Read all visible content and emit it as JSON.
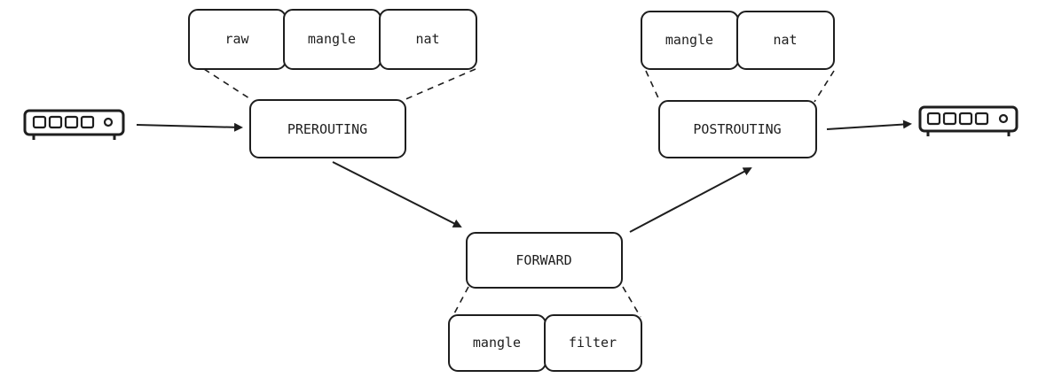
{
  "chains": {
    "prerouting": "PREROUTING",
    "forward": "FORWARD",
    "postrouting": "POSTROUTING"
  },
  "tables": {
    "prerouting": [
      "raw",
      "mangle",
      "nat"
    ],
    "forward": [
      "mangle",
      "filter"
    ],
    "postrouting": [
      "mangle",
      "nat"
    ]
  },
  "icons": {
    "input_device": "network-switch-icon",
    "output_device": "network-switch-icon"
  },
  "colors": {
    "stroke": "#1e1e1e",
    "background": "#ffffff"
  }
}
